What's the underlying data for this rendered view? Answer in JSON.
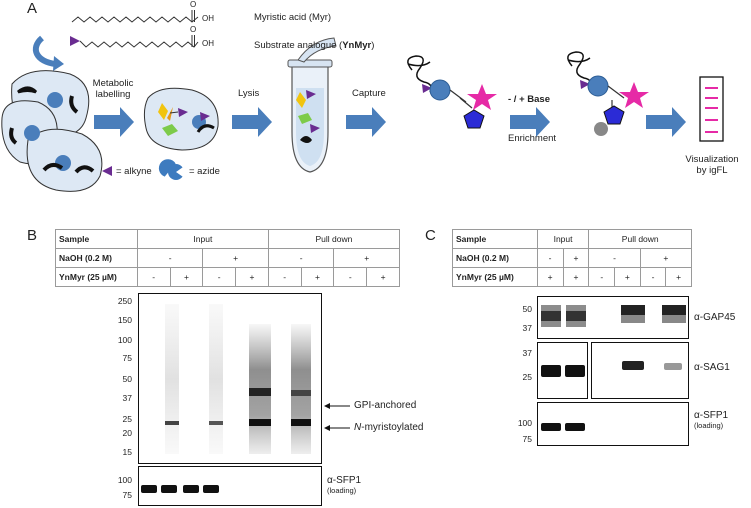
{
  "panel_a": {
    "letter": "A",
    "myristic_label": "Myristic acid (Myr)",
    "analogue_label_prefix": "Substrate analogue (",
    "analogue_label_bold": "YnMyr",
    "analogue_label_suffix": ")",
    "oh_label": "OH",
    "o_label": "O",
    "step_labelling_1": "Metabolic",
    "step_labelling_2": "labelling",
    "step_lysis": "Lysis",
    "step_capture": "Capture",
    "step_base": "- / + Base",
    "step_enrichment": "Enrichment",
    "step_visual_1": "Visualization",
    "step_visual_2": "by igFL",
    "legend_alkyne": "= alkyne",
    "legend_azide": "= azide",
    "colors": {
      "alkyne": "#6a2c91",
      "azide": "#3d7bbf",
      "arrow": "#4a7ebb",
      "tag_star": "#e62aa6",
      "pentagon": "#2b2bd6"
    }
  },
  "panel_b": {
    "letter": "B",
    "rows": [
      {
        "label": "Sample",
        "cells": [
          {
            "text": "Input",
            "span": 4
          },
          {
            "text": "Pull down",
            "span": 4
          }
        ]
      },
      {
        "label": "NaOH (0.2 M)",
        "cells": [
          {
            "text": "-",
            "span": 2
          },
          {
            "text": "+",
            "span": 2
          },
          {
            "text": "-",
            "span": 2
          },
          {
            "text": "+",
            "span": 2
          }
        ]
      },
      {
        "label": "YnMyr (25 µM)",
        "cells": [
          {
            "text": "-",
            "span": 1
          },
          {
            "text": "+",
            "span": 1
          },
          {
            "text": "-",
            "span": 1
          },
          {
            "text": "+",
            "span": 1
          },
          {
            "text": "-",
            "span": 1
          },
          {
            "text": "+",
            "span": 1
          },
          {
            "text": "-",
            "span": 1
          },
          {
            "text": "+",
            "span": 1
          }
        ]
      }
    ],
    "main_mw": [
      "250",
      "150",
      "100",
      "75",
      "50",
      "37",
      "25",
      "20",
      "15"
    ],
    "loading_mw": [
      "100",
      "75"
    ],
    "annot_gpi": "GPI-anchored",
    "annot_n_prefix": "N",
    "annot_n_suffix": "-myristoylated",
    "loading_antibody": "α-SFP1",
    "loading_note": "(loading)"
  },
  "panel_c": {
    "letter": "C",
    "rows": [
      {
        "label": "Sample",
        "cells": [
          {
            "text": "Input",
            "span": 2
          },
          {
            "text": "Pull down",
            "span": 4
          }
        ]
      },
      {
        "label": "NaOH (0.2 M)",
        "cells": [
          {
            "text": "-",
            "span": 1
          },
          {
            "text": "+",
            "span": 1
          },
          {
            "text": "-",
            "span": 2
          },
          {
            "text": "+",
            "span": 2
          }
        ]
      },
      {
        "label": "YnMyr (25 µM)",
        "cells": [
          {
            "text": "+",
            "span": 1
          },
          {
            "text": "+",
            "span": 1
          },
          {
            "text": "-",
            "span": 1
          },
          {
            "text": "+",
            "span": 1
          },
          {
            "text": "-",
            "span": 1
          },
          {
            "text": "+",
            "span": 1
          }
        ]
      }
    ],
    "gap45_mw": [
      "50",
      "37"
    ],
    "sag1_mw": [
      "37",
      "25"
    ],
    "sfp1_mw": [
      "100",
      "75"
    ],
    "gap45_antibody": "α-GAP45",
    "sag1_antibody": "α-SAG1",
    "sfp1_antibody": "α-SFP1",
    "sfp1_note": "(loading)"
  }
}
